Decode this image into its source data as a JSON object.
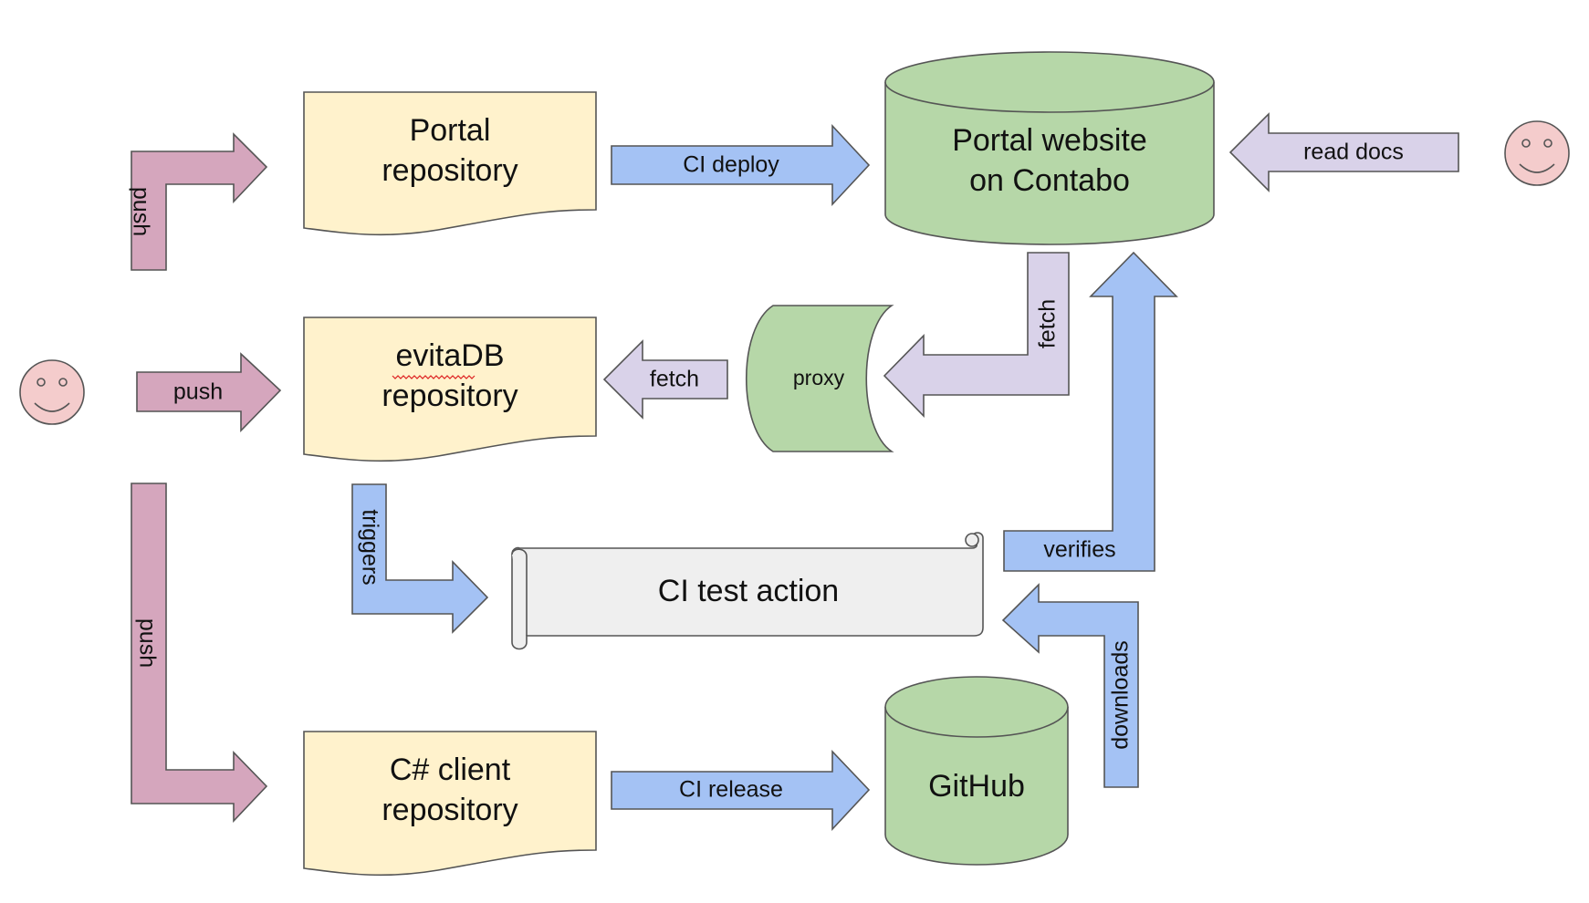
{
  "nodes": {
    "portal_repository": [
      "Portal",
      "repository"
    ],
    "evitadb_repository": [
      "evitaDB",
      "repository"
    ],
    "csharp_client_repository": [
      "C# client",
      "repository"
    ],
    "portal_website": [
      "Portal website",
      "on Contabo"
    ],
    "proxy": "proxy",
    "ci_test_action": "CI test action",
    "github": "GitHub"
  },
  "edges": {
    "push_portal": "push",
    "push_evitadb": "push",
    "push_csharp": "push",
    "ci_deploy": "CI deploy",
    "read_docs": "read docs",
    "fetch_website_proxy": "fetch",
    "fetch_proxy_evitadb": "fetch",
    "triggers": "triggers",
    "verifies": "verifies",
    "downloads": "downloads",
    "ci_release": "CI release"
  },
  "actors": {
    "developer": "smiley-face-icon",
    "reader": "smiley-face-icon"
  },
  "colors": {
    "push_arrows": "#d5a6bd",
    "ci_arrows": "#a4c2f4",
    "fetch_arrows": "#d9d2e9",
    "repositories": "#fff2cc",
    "services": "#b6d7a8",
    "ci_action": "#efefef",
    "actors": "#f4cccc"
  }
}
